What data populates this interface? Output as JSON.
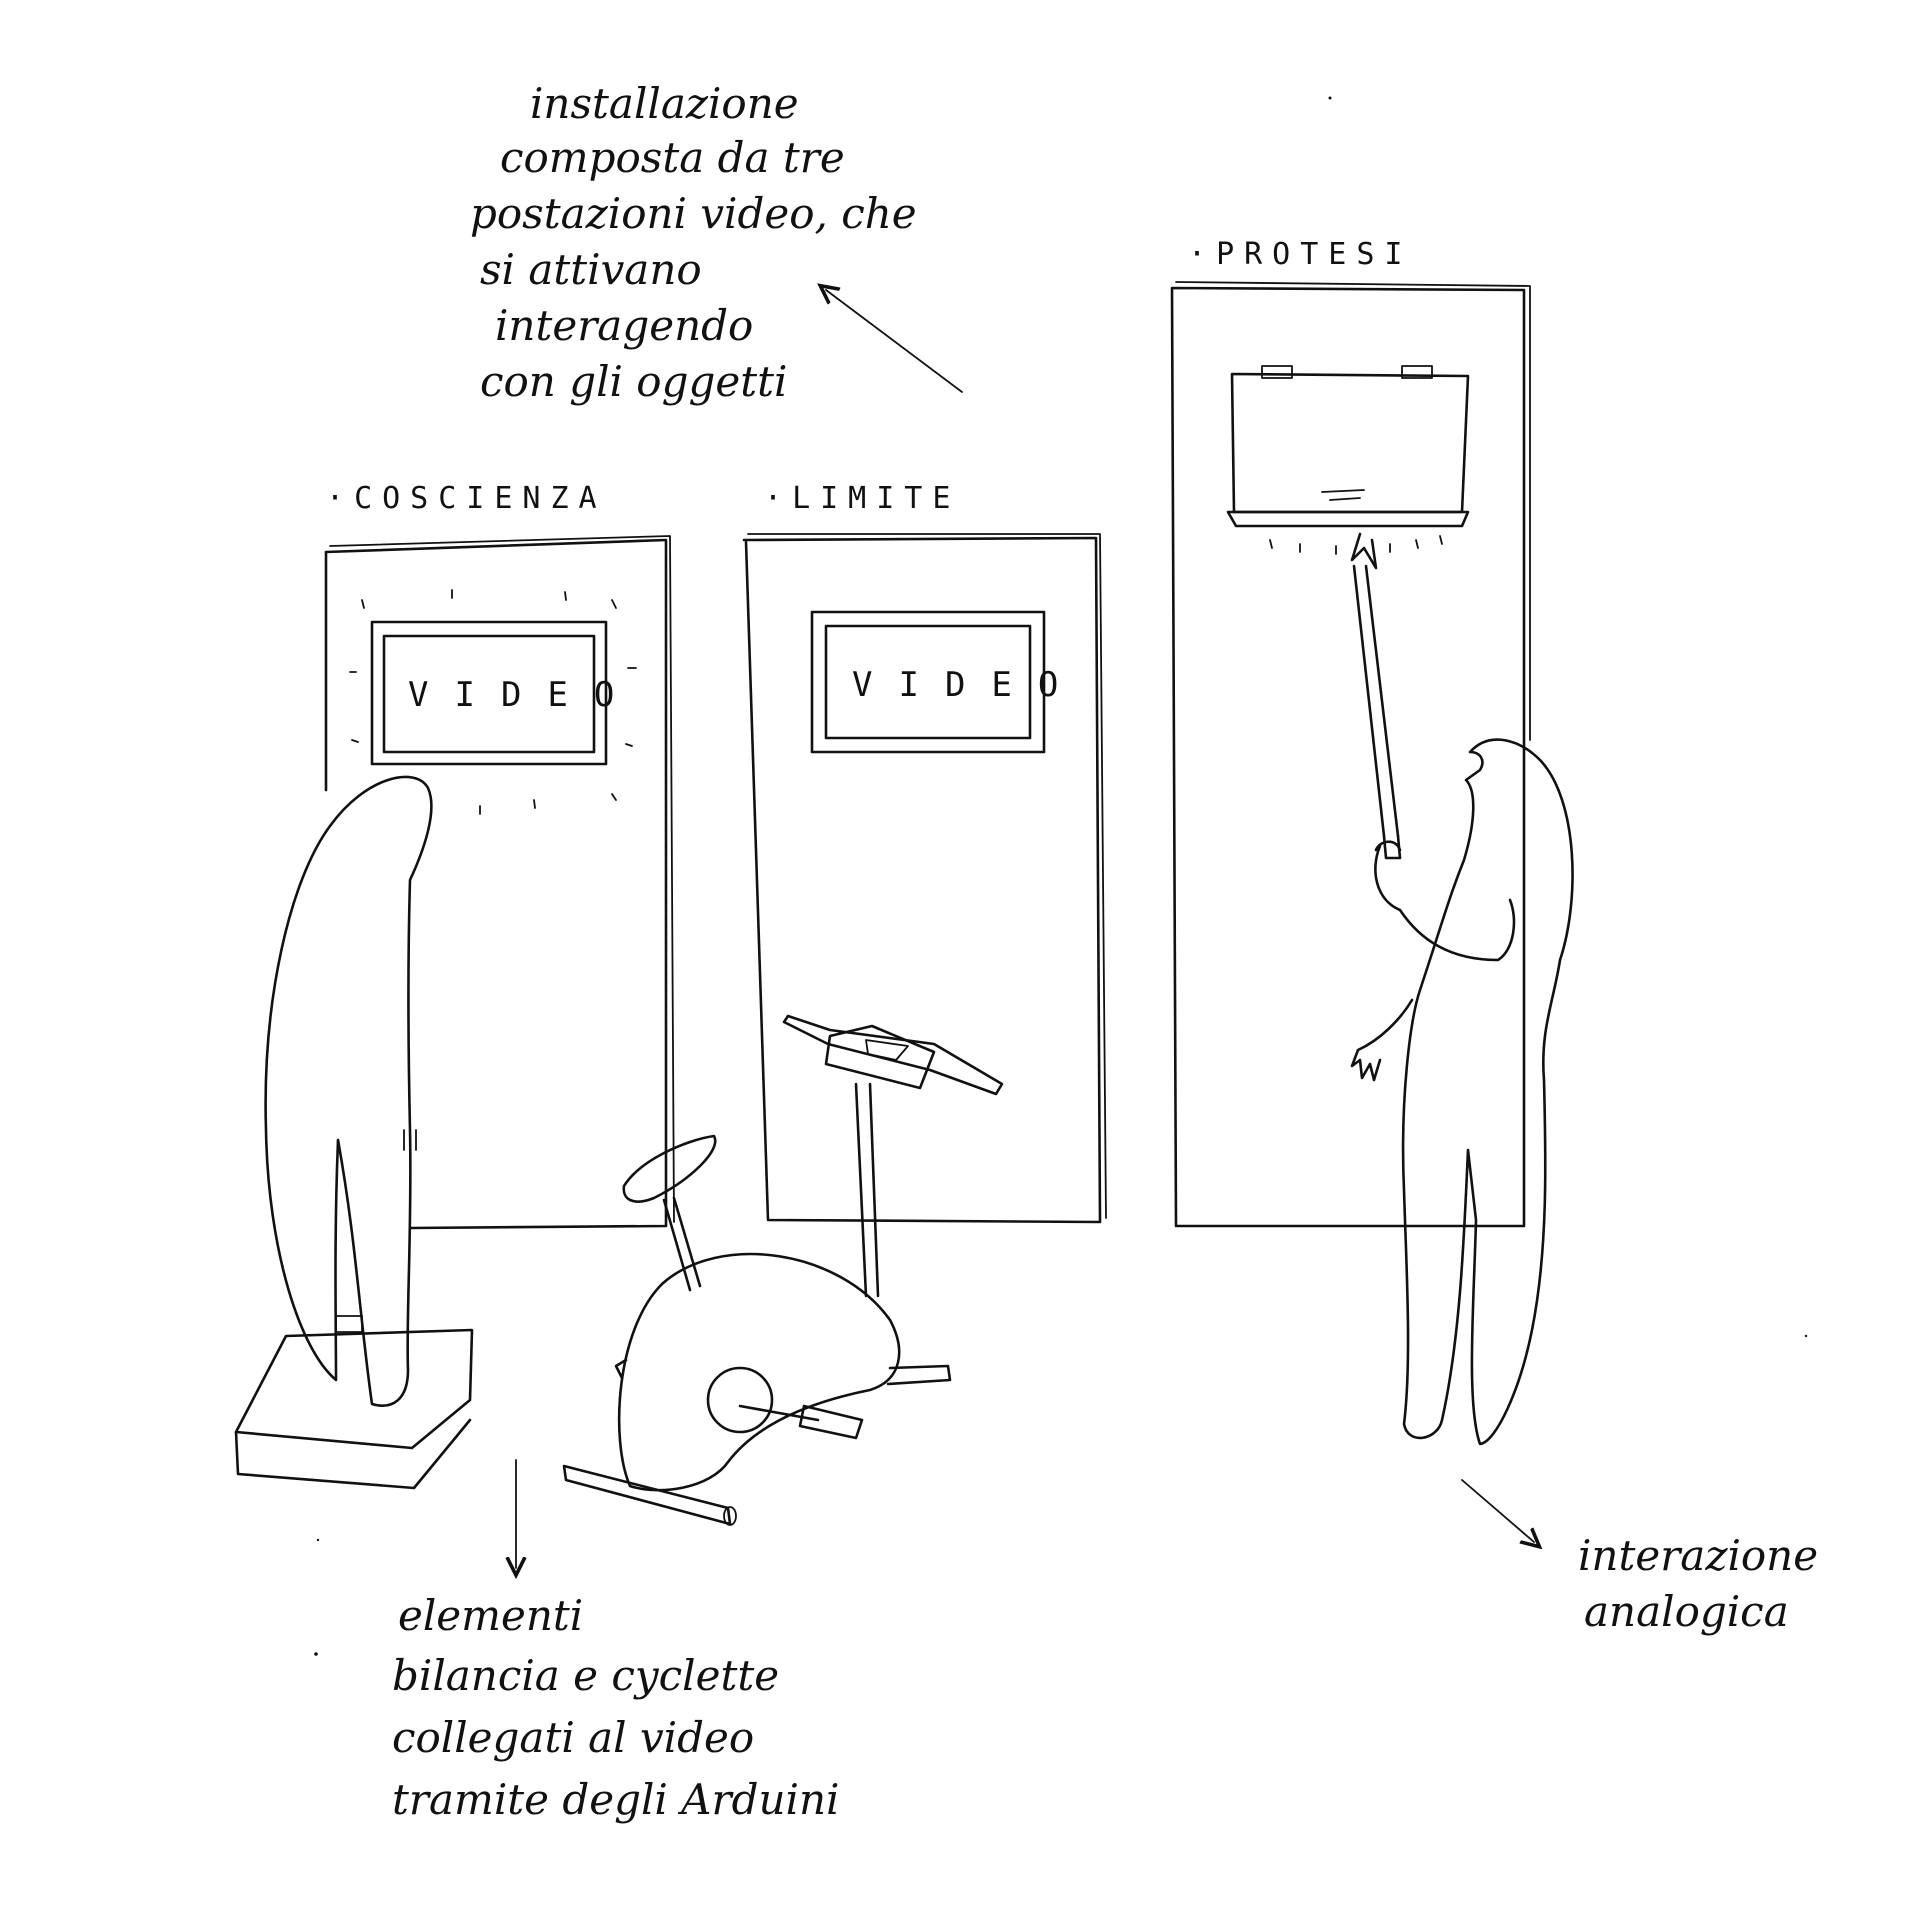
{
  "notes": {
    "installation": [
      "installazione",
      "composta da tre",
      "postazioni video, che",
      "si attivano",
      "interagendo",
      "con gli oggetti"
    ],
    "elements": [
      "elementi",
      "bilancia e cyclette",
      "collegati al video",
      "tramite degli Arduini"
    ],
    "interaction": [
      "interazione",
      "analogica"
    ]
  },
  "stations": {
    "coscienza": {
      "label": "COSCIENZA",
      "screen_text": "VIDEO"
    },
    "limite": {
      "label": "LIMITE",
      "screen_text": "VIDEO"
    },
    "protesi": {
      "label": "PROTESI"
    }
  },
  "colors": {
    "ink": "#111111",
    "paper": "#ffffff"
  }
}
